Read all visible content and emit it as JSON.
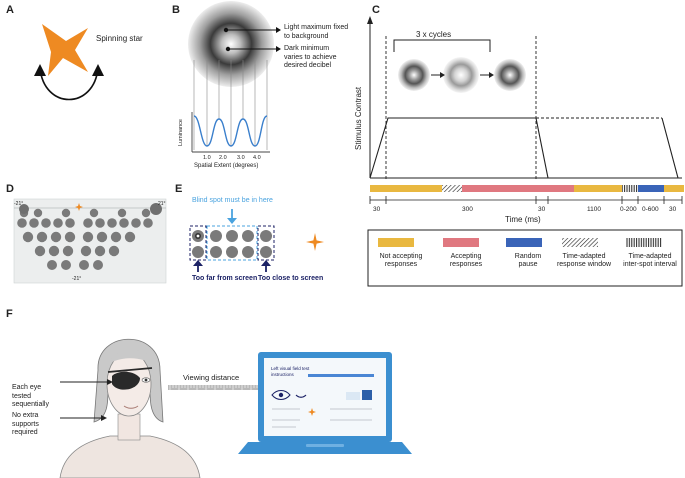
{
  "panels": {
    "a": {
      "letter": "A",
      "star_label": "Spinning star"
    },
    "b": {
      "letter": "B",
      "max_label_1": "Light maximum fixed",
      "max_label_2": "to background",
      "min_label_1": "Dark minimum",
      "min_label_2": "varies to achieve",
      "min_label_3": "desired decibel",
      "ylabel": "Luminance",
      "xlabel": "Spatial Extent (degrees)",
      "xticks": [
        "1.0",
        "2.0",
        "3.0",
        "4.0"
      ]
    },
    "c": {
      "letter": "C",
      "cycles_label": "3 x cycles",
      "ylabel": "Stimulus Contrast",
      "xlabel": "Time (ms)",
      "durations": [
        "30",
        "300",
        "30",
        "1100",
        "0-200",
        "0-600",
        "30"
      ],
      "legend": [
        {
          "label_1": "Not accepting",
          "label_2": "responses",
          "color": "#e9b840"
        },
        {
          "label_1": "Accepting",
          "label_2": "responses",
          "color": "#e07880"
        },
        {
          "label_1": "Random",
          "label_2": "pause",
          "color": "#3a64b8"
        },
        {
          "label_1": "Time-adapted",
          "label_2": "response window",
          "color": "hatch-diagonal"
        },
        {
          "label_1": "Time-adapted",
          "label_2": "inter-spot interval",
          "color": "hatch-vertical"
        }
      ]
    },
    "d": {
      "letter": "D",
      "corner_left": "-21°",
      "corner_right": "21°",
      "bottom_label": "-21°"
    },
    "e": {
      "letter": "E",
      "blind_spot_label": "Blind spot must be in here",
      "far_label": "Too far from screen",
      "close_label": "Too close to screen"
    },
    "f": {
      "letter": "F",
      "viewing_distance": "Viewing distance",
      "eye_label_1": "Each eye",
      "eye_label_2": "tested",
      "eye_label_3": "sequentially",
      "support_label_1": "No extra",
      "support_label_2": "supports",
      "support_label_3": "required",
      "screen_title_1": "Left visual field test",
      "screen_title_2": "instructions"
    }
  },
  "colors": {
    "star": "#ee8a22",
    "accent_blue": "#4aa3df",
    "navy": "#1c2266",
    "laptop": "#3b8fd0",
    "bar_not_accepting": "#e9b840",
    "bar_accepting": "#e07880",
    "bar_pause": "#3a64b8"
  }
}
